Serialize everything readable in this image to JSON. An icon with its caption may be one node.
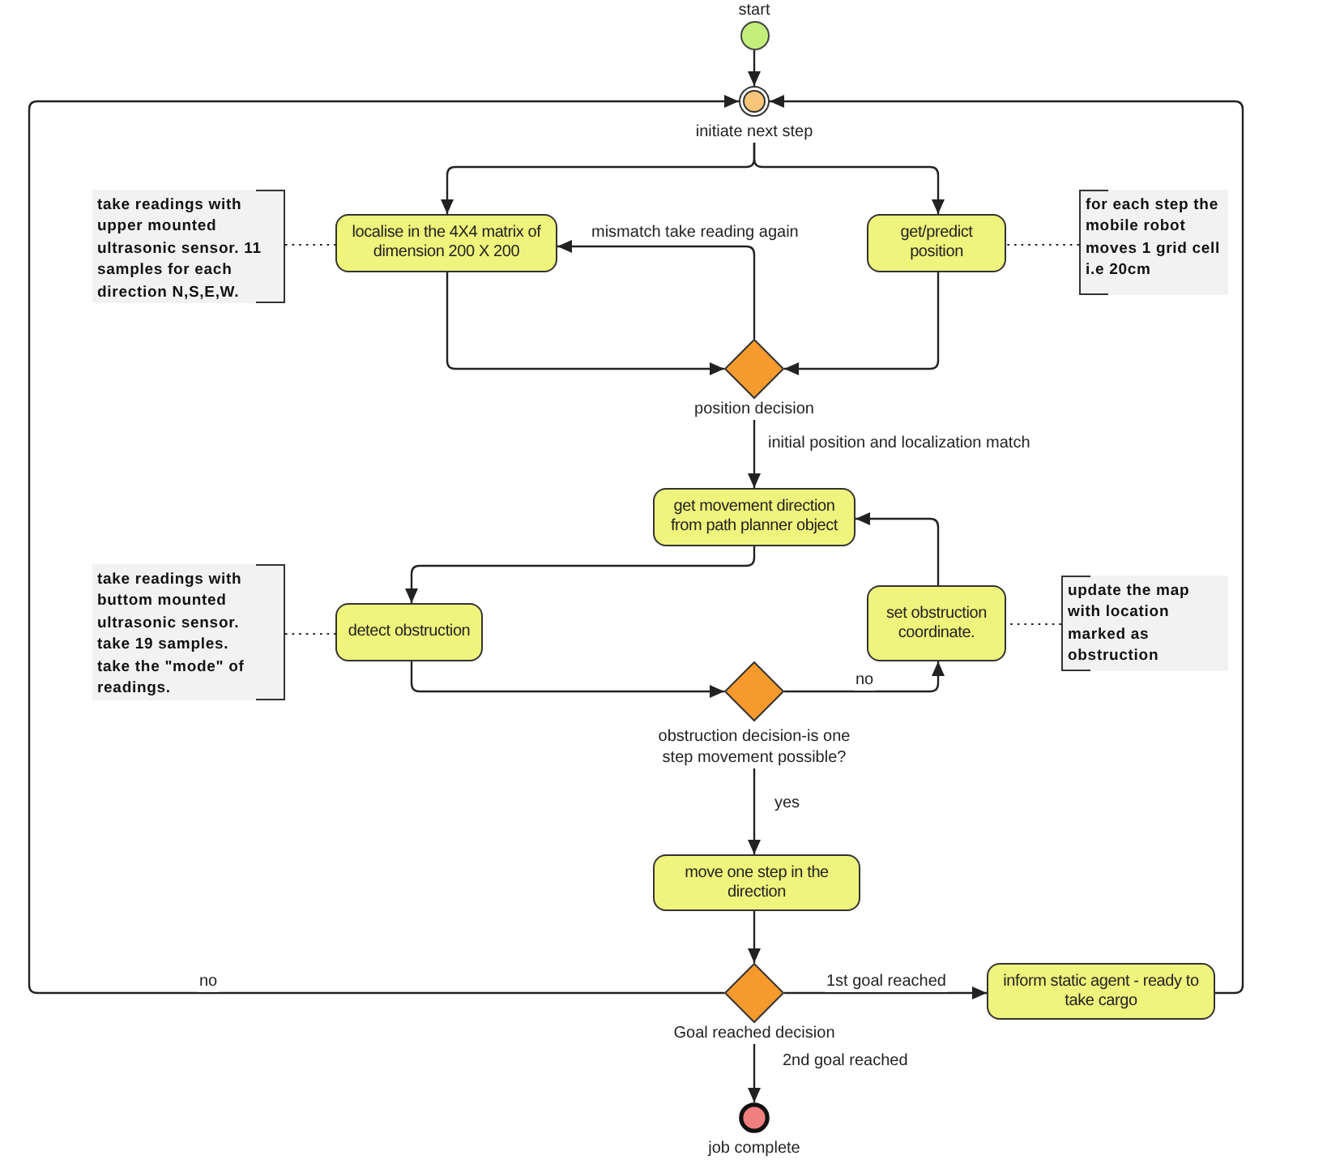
{
  "diagram": {
    "nodes": [
      {
        "text": [
          "start"
        ]
      },
      {
        "text": [
          "initiate next step"
        ]
      },
      {
        "text": [
          "take readings with upper mounted ultrasonic sensor. 11 samples for each direction N,S,E,W."
        ]
      },
      {
        "text": [
          "localise in the 4X4 matrix of dimension 200 X 200"
        ]
      },
      {
        "text": [
          "get/predict position"
        ]
      },
      {
        "text": [
          "for each step the mobile robot moves 1 grid cell i.e 20cm"
        ]
      },
      {
        "text": [
          "position decision"
        ]
      },
      {
        "text": [
          "get movement direction from path planner object"
        ]
      },
      {
        "text": [
          "take readings with buttom mounted ultrasonic sensor. take 19 samples. take the \"mode\" of readings."
        ]
      },
      {
        "text": [
          "detect obstruction"
        ]
      },
      {
        "text": [
          "set obstruction coordinate."
        ]
      },
      {
        "text": [
          "update the map with location marked as obstruction"
        ]
      },
      {
        "text": [
          "obstruction decision-is one step movement possible?"
        ]
      },
      {
        "text": [
          "move one step in the direction"
        ]
      },
      {
        "text": [
          "Goal reached decision"
        ]
      },
      {
        "text": [
          "inform static agent - ready to take cargo"
        ]
      },
      {
        "text": [
          "job complete"
        ]
      }
    ],
    "edges": [
      {
        "from": 0,
        "to": 1,
        "arrow": "to"
      },
      {
        "from": 1,
        "to": 3,
        "arrow": "to"
      },
      {
        "from": 1,
        "to": 4,
        "arrow": "to"
      },
      {
        "from": 2,
        "to": 3,
        "arrow": "none",
        "style": "dashed"
      },
      {
        "from": 5,
        "to": 4,
        "arrow": "none",
        "style": "dashed"
      },
      {
        "from": 3,
        "to": 6,
        "arrow": "to"
      },
      {
        "from": 4,
        "to": 6,
        "arrow": "to"
      },
      {
        "from": 6,
        "to": 3,
        "arrow": "to",
        "label": "mismatch take reading again"
      },
      {
        "from": 6,
        "to": 7,
        "arrow": "to",
        "label": "initial position and localization match"
      },
      {
        "from": 7,
        "to": 9,
        "arrow": "to"
      },
      {
        "from": 8,
        "to": 9,
        "arrow": "none",
        "style": "dashed"
      },
      {
        "from": 9,
        "to": 12,
        "arrow": "to"
      },
      {
        "from": 12,
        "to": 10,
        "arrow": "to",
        "label": "no"
      },
      {
        "from": 10,
        "to": 7,
        "arrow": "to"
      },
      {
        "from": 11,
        "to": 10,
        "arrow": "none",
        "style": "dashed"
      },
      {
        "from": 12,
        "to": 13,
        "arrow": "to",
        "label": "yes"
      },
      {
        "from": 13,
        "to": 14,
        "arrow": "to"
      },
      {
        "from": 14,
        "to": 15,
        "arrow": "to",
        "label": "1st goal reached"
      },
      {
        "from": 14,
        "to": 1,
        "arrow": "to",
        "label": "no"
      },
      {
        "from": 15,
        "to": 1,
        "arrow": "to"
      },
      {
        "from": 14,
        "to": 16,
        "arrow": "to",
        "label": "2nd goal reached"
      }
    ]
  }
}
